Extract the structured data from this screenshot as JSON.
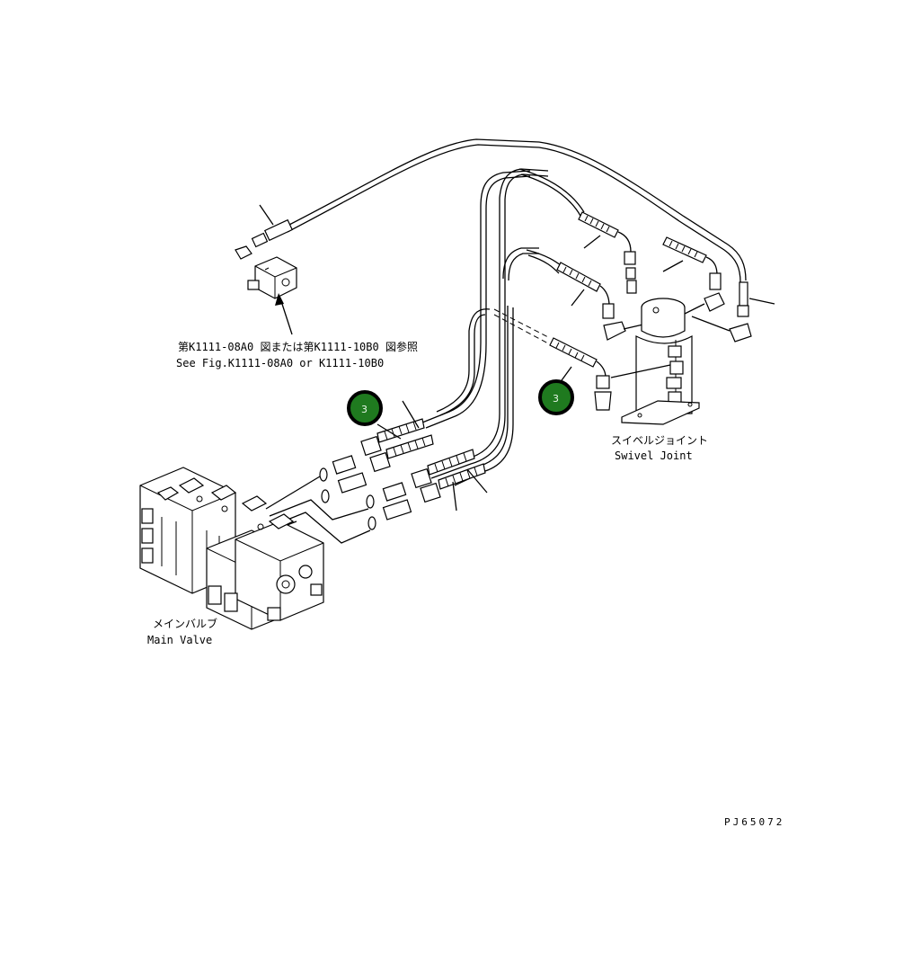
{
  "references": {
    "jp": "第K1111-08A0 図または第K1111-10B0 図参照",
    "en": "See Fig.K1111-08A0  or  K1111-10B0"
  },
  "labels": {
    "swivel_joint_jp": "スイベルジョイント",
    "swivel_joint_en": "Swivel Joint",
    "main_valve_jp": "メインバルブ",
    "main_valve_en": "Main Valve",
    "drawing_number": "PJ65072"
  },
  "callouts": [
    {
      "number": "3"
    },
    {
      "number": "3"
    }
  ],
  "colors": {
    "callout_fill": "#1f7a1f",
    "line": "#000000",
    "background": "#ffffff"
  }
}
